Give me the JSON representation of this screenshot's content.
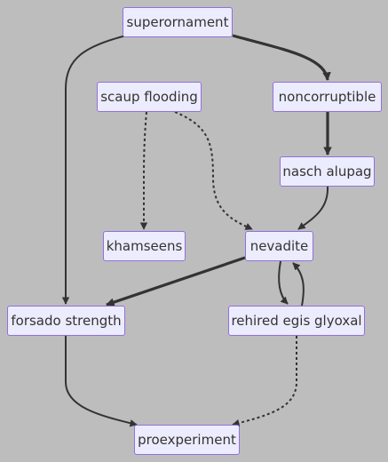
{
  "diagram": {
    "nodes": {
      "superornament": "superornament",
      "scaup_flooding": "scaup flooding",
      "noncorruptible": "noncorruptible",
      "nasch_alupag": "nasch alupag",
      "khamseens": "khamseens",
      "nevadite": "nevadite",
      "forsado_strength": "forsado strength",
      "rehired_egis_glyoxal": "rehired egis glyoxal",
      "proexperiment": "proexperiment"
    },
    "edges": [
      {
        "from": "superornament",
        "to": "noncorruptible",
        "style": "thick"
      },
      {
        "from": "superornament",
        "to": "forsado strength",
        "style": "solid"
      },
      {
        "from": "scaup flooding",
        "to": "khamseens",
        "style": "dotted"
      },
      {
        "from": "scaup flooding",
        "to": "nevadite",
        "style": "dotted"
      },
      {
        "from": "noncorruptible",
        "to": "nasch alupag",
        "style": "thick"
      },
      {
        "from": "nasch alupag",
        "to": "nevadite",
        "style": "solid"
      },
      {
        "from": "nevadite",
        "to": "forsado strength",
        "style": "thick"
      },
      {
        "from": "nevadite",
        "to": "rehired egis glyoxal",
        "style": "solid"
      },
      {
        "from": "rehired egis glyoxal",
        "to": "nevadite",
        "style": "solid"
      },
      {
        "from": "forsado strength",
        "to": "proexperiment",
        "style": "solid"
      },
      {
        "from": "rehired egis glyoxal",
        "to": "proexperiment",
        "style": "dotted"
      }
    ],
    "colors": {
      "background": "#bdbdbd",
      "node_fill": "#ececff",
      "node_border": "#9370db",
      "edge": "#333333",
      "text": "#333333"
    }
  }
}
